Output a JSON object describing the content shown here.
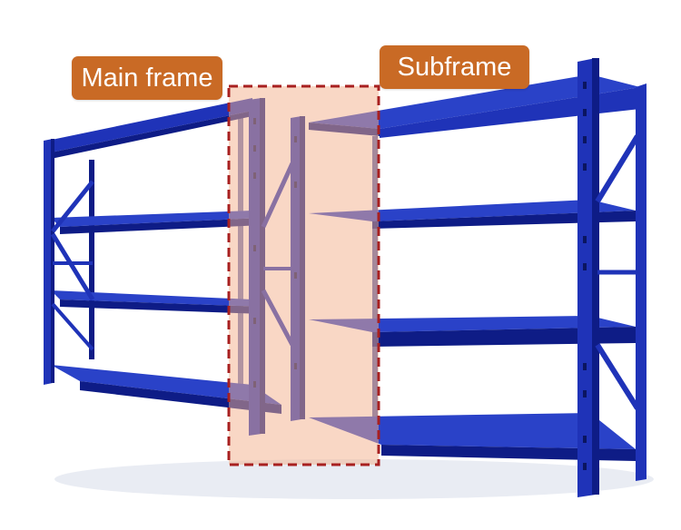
{
  "image": {
    "subject": "blue steel boltless storage shelving",
    "colors": {
      "rack_blue": "#1f33b8",
      "rack_dark": "#0e1c86",
      "rack_light": "#3a52d6",
      "highlight_fill": "#f4b08c",
      "highlight_border": "#a82020",
      "label_bg": "#c96a25",
      "label_text": "#ffffff"
    }
  },
  "labels": {
    "main_frame": "Main frame",
    "subframe": "Subframe"
  }
}
